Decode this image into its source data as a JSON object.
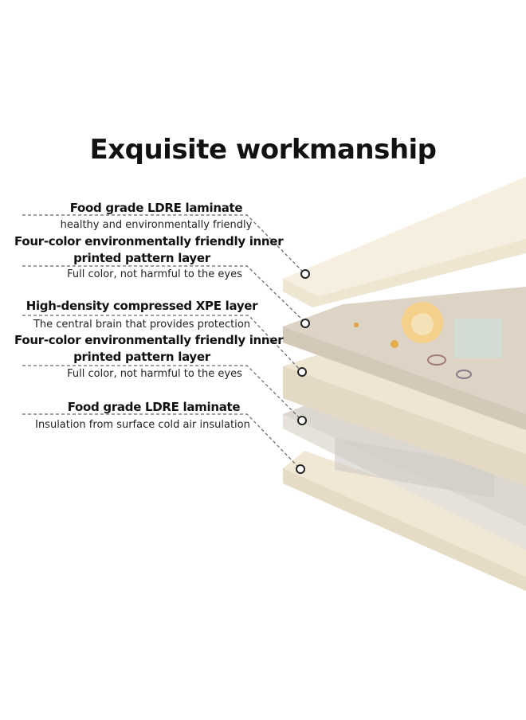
{
  "title": "Exquisite workmanship",
  "layers": [
    {
      "heading": "Food grade LDRE laminate",
      "description": "healthy and environmentally friendly"
    },
    {
      "heading_line1": "Four-color environmentally friendly inner",
      "heading_line2": "printed pattern layer",
      "description": "Full color, not harmful to the eyes"
    },
    {
      "heading": "High-density compressed XPE layer",
      "description": "The central brain that provides protection"
    },
    {
      "heading_line1": "Four-color environmentally friendly inner",
      "heading_line2": "printed pattern layer",
      "description": "Full color, not harmful to the eyes"
    },
    {
      "heading": "Food grade LDRE laminate",
      "description": "Insulation from surface cold air insulation"
    }
  ],
  "colors": {
    "layer_cream": "#f3ecd9",
    "layer_beige": "#e9dfcc",
    "layer_gray": "#d7d3cc",
    "leader_line": "#666666"
  }
}
